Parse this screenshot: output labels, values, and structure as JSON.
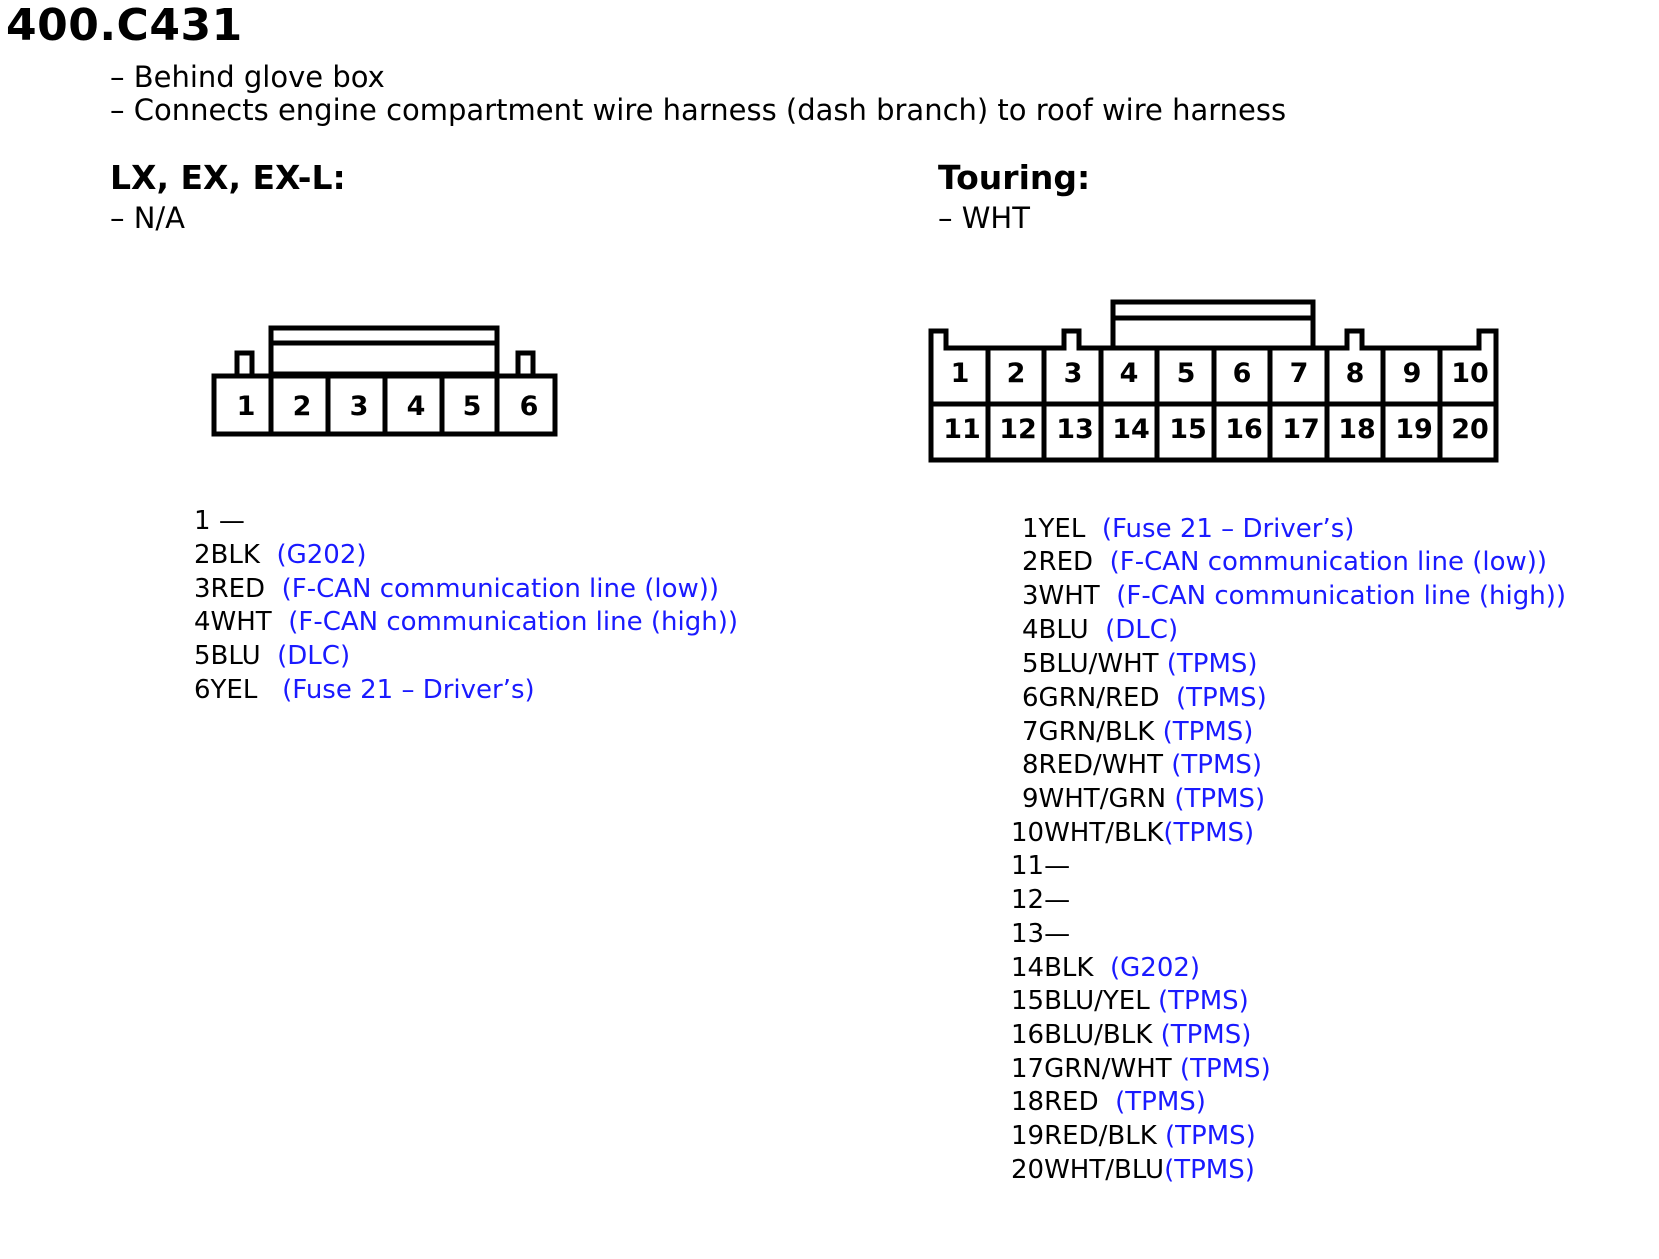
{
  "title": "400.C431",
  "location_notes": [
    "– Behind glove box",
    "– Connects engine compartment wire harness (dash branch) to roof wire harness"
  ],
  "variants": {
    "lx": {
      "heading": "LX, EX, EX-L:",
      "color_note": "– N/A"
    },
    "touring": {
      "heading": "Touring:",
      "color_note": "– WHT"
    }
  },
  "left_connector": {
    "pins": [
      "1",
      "2",
      "3",
      "4",
      "5",
      "6"
    ],
    "pinout": [
      {
        "pin": "1",
        "wire": "—",
        "desc": ""
      },
      {
        "pin": "2",
        "wire": "BLK",
        "desc": "(G202)"
      },
      {
        "pin": "3",
        "wire": "RED",
        "desc": "(F-CAN communication line (low))"
      },
      {
        "pin": "4",
        "wire": "WHT",
        "desc": "(F-CAN communication line (high))"
      },
      {
        "pin": "5",
        "wire": "BLU",
        "desc": "(DLC)"
      },
      {
        "pin": "6",
        "wire": "YEL",
        "desc": "(Fuse 21 – Driver’s)"
      }
    ]
  },
  "right_connector": {
    "pins_top": [
      "1",
      "2",
      "3",
      "4",
      "5",
      "6",
      "7",
      "8",
      "9",
      "10"
    ],
    "pins_bottom": [
      "11",
      "12",
      "13",
      "14",
      "15",
      "16",
      "17",
      "18",
      "19",
      "20"
    ],
    "pinout": [
      {
        "pin": "1",
        "wire": "YEL",
        "desc": "(Fuse 21 – Driver’s)"
      },
      {
        "pin": "2",
        "wire": "RED",
        "desc": "(F-CAN communication line (low))"
      },
      {
        "pin": "3",
        "wire": "WHT",
        "desc": "(F-CAN communication line (high))"
      },
      {
        "pin": "4",
        "wire": "BLU",
        "desc": "(DLC)"
      },
      {
        "pin": "5",
        "wire": "BLU/WHT",
        "desc": "(TPMS)"
      },
      {
        "pin": "6",
        "wire": "GRN/RED",
        "desc": "(TPMS)"
      },
      {
        "pin": "7",
        "wire": "GRN/BLK",
        "desc": "(TPMS)"
      },
      {
        "pin": "8",
        "wire": "RED/WHT",
        "desc": "(TPMS)"
      },
      {
        "pin": "9",
        "wire": "WHT/GRN",
        "desc": "(TPMS)"
      },
      {
        "pin": "10",
        "wire": "WHT/BLK",
        "desc": "(TPMS)"
      },
      {
        "pin": "11",
        "wire": "—",
        "desc": ""
      },
      {
        "pin": "12",
        "wire": "—",
        "desc": ""
      },
      {
        "pin": "13",
        "wire": "—",
        "desc": ""
      },
      {
        "pin": "14",
        "wire": "BLK",
        "desc": "(G202)"
      },
      {
        "pin": "15",
        "wire": "BLU/YEL",
        "desc": "(TPMS)"
      },
      {
        "pin": "16",
        "wire": "BLU/BLK",
        "desc": "(TPMS)"
      },
      {
        "pin": "17",
        "wire": "GRN/WHT",
        "desc": "(TPMS)"
      },
      {
        "pin": "18",
        "wire": "RED",
        "desc": "(TPMS)"
      },
      {
        "pin": "19",
        "wire": "RED/BLK",
        "desc": "(TPMS)"
      },
      {
        "pin": "20",
        "wire": "WHT/BLU",
        "desc": "(TPMS)"
      }
    ]
  },
  "colors": {
    "text": "#000000",
    "description": "#1a1aff"
  }
}
